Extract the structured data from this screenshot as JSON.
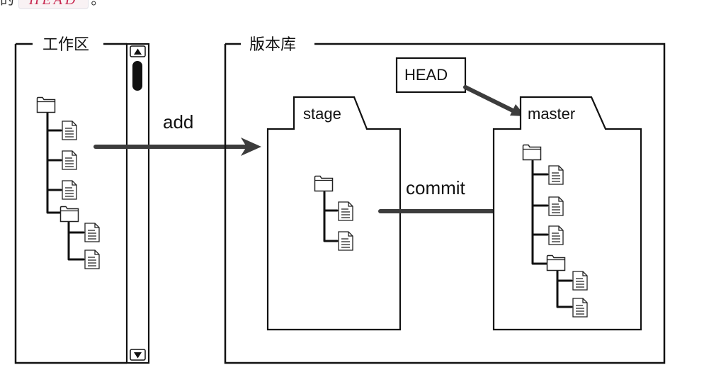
{
  "top_text": {
    "prefix": "的",
    "code": "HEAD",
    "suffix": "。"
  },
  "working_area": {
    "title": "工作区"
  },
  "repository": {
    "title": "版本库",
    "stage": {
      "label": "stage"
    },
    "master": {
      "label": "master"
    },
    "head": {
      "label": "HEAD"
    }
  },
  "actions": {
    "add": "add",
    "commit": "commit"
  },
  "icons": [
    "folder-icon",
    "file-icon",
    "scroll-up-icon",
    "scroll-down-icon",
    "scroll-thumb",
    "arrow-icon"
  ],
  "colors": {
    "stroke": "#111111",
    "arrow": "#3c3c3c",
    "code_text": "#c7254e",
    "code_background": "#f9f2f4"
  }
}
